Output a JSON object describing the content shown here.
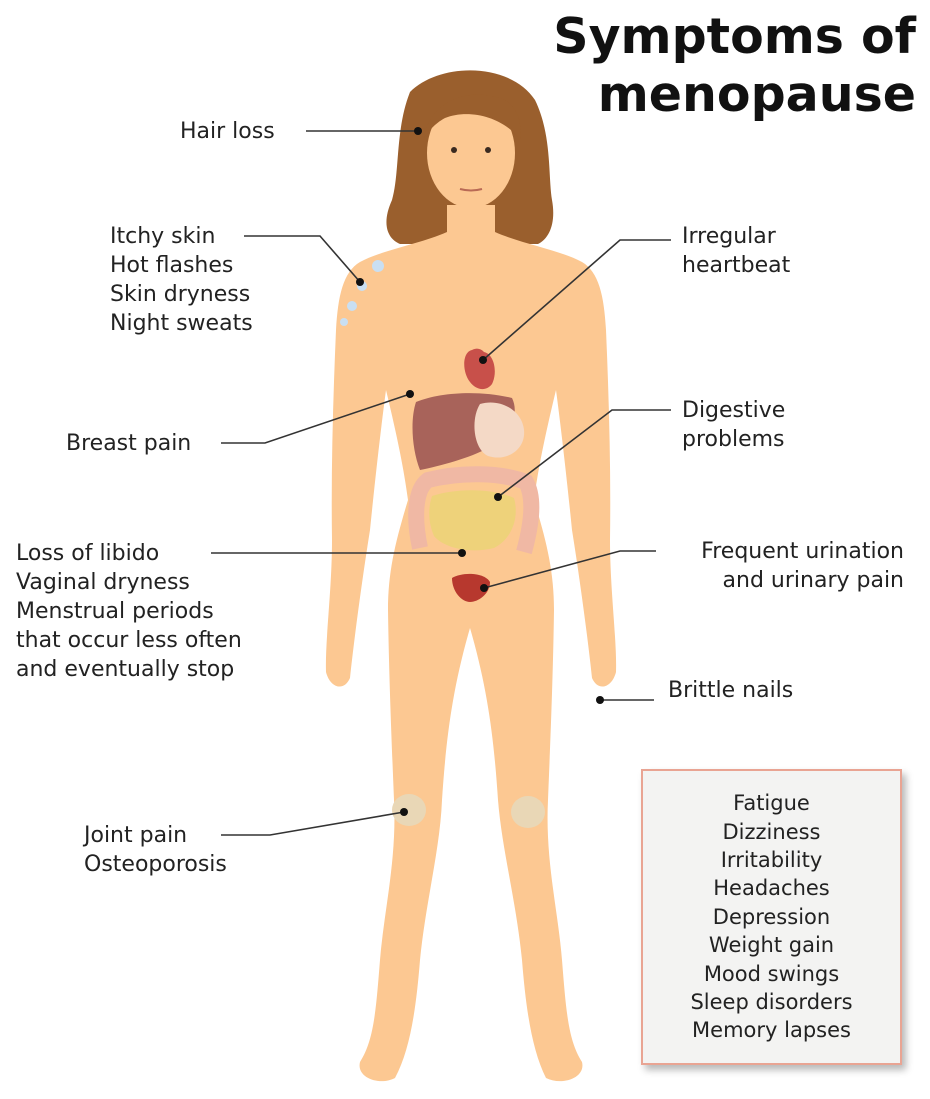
{
  "title": {
    "line1": "Symptoms of",
    "line2": "menopause"
  },
  "labels": {
    "hair_loss": "Hair loss",
    "skin": [
      "Itchy skin",
      "Hot flashes",
      "Skin dryness",
      "Night sweats"
    ],
    "breast_pain": "Breast pain",
    "libido": [
      "Loss of libido",
      "Vaginal dryness",
      "Menstrual periods",
      "that occur less often",
      "and eventually stop"
    ],
    "joint": [
      "Joint pain",
      "Osteoporosis"
    ],
    "heartbeat": [
      "Irregular",
      "heartbeat"
    ],
    "digestive": [
      "Digestive",
      "problems"
    ],
    "urination": [
      "Frequent urination",
      "and  urinary pain"
    ],
    "brittle_nails": "Brittle nails"
  },
  "general_symptoms": [
    "Fatigue",
    "Dizziness",
    "Irritability",
    "Headaches",
    "Depression",
    "Weight gain",
    "Mood swings",
    "Sleep disorders",
    "Memory lapses"
  ],
  "colors": {
    "skin": "#fcc892",
    "hair": "#9a5f2d",
    "box_border": "#e9a493",
    "box_fill": "#f3f3f2",
    "leader_line": "#333333"
  }
}
